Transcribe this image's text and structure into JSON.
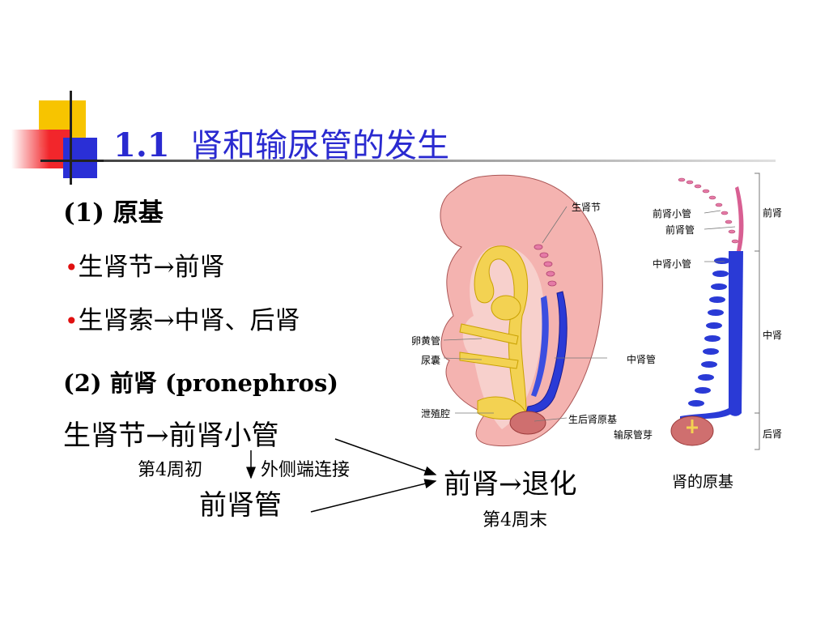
{
  "slide": {
    "title_number": "1.1",
    "title_text": "肾和输尿管的发生"
  },
  "left": {
    "section1": "(1) 原基",
    "bullet1": "生肾节→前肾",
    "bullet2": "生肾索→中肾、后肾",
    "section2_prefix": "(2) 前肾 (",
    "section2_term": "pronephros",
    "section2_suffix": ")",
    "line_nephrotome": "生肾节→前肾小管",
    "week4_start": "第4周初",
    "lateral_connect": "外侧端连接",
    "pronephric_duct": "前肾管",
    "result": "前肾→退化",
    "week4_end": "第4周末"
  },
  "figure": {
    "labels": {
      "nephrotome": "生肾节",
      "yolk_duct": "卵黄管",
      "allantois": "尿囊",
      "cloaca": "泄殖腔",
      "mesonephric_duct": "中肾管",
      "metanephric_blastema": "生后肾原基",
      "ureteric_bud": "输尿管芽",
      "pronephric_tubule": "前肾小管",
      "pronephric_duct": "前肾管",
      "mesonephric_tubule": "中肾小管",
      "pronephros": "前肾",
      "mesonephros": "中肾",
      "metanephros": "后肾"
    },
    "caption": "肾的原基"
  }
}
